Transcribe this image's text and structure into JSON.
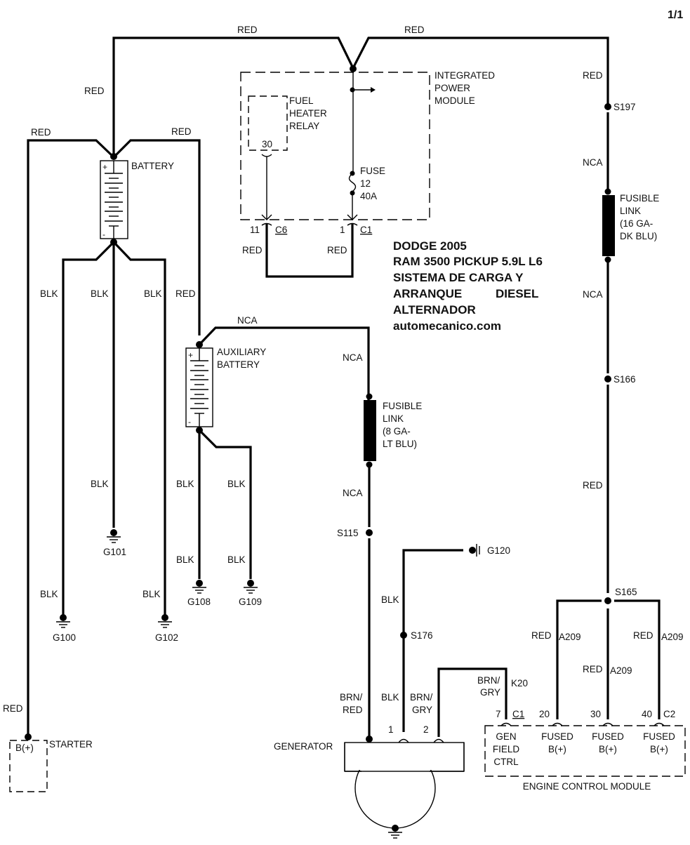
{
  "page_indicator": "1/1",
  "title_block": {
    "line1": "DODGE 2005",
    "line2": "RAM 3500 PICKUP 5.9L L6",
    "line3": "SISTEMA DE CARGA Y",
    "line4a": "ARRANQUE",
    "line4b": "DIESEL",
    "line5": "ALTERNADOR",
    "line6": "automecanico.com"
  },
  "wire_colors": {
    "red": "RED",
    "blk": "BLK",
    "nca": "NCA",
    "brn_red": [
      "BRN/",
      "RED"
    ],
    "brn_gry": [
      "BRN/",
      "GRY"
    ]
  },
  "components": {
    "battery": {
      "label": "BATTERY",
      "plus": "+",
      "minus": "-"
    },
    "aux_battery": {
      "label": [
        "AUXILIARY",
        "BATTERY"
      ],
      "plus": "+",
      "minus": "-"
    },
    "ipm": {
      "label": [
        "INTEGRATED",
        "POWER",
        "MODULE"
      ],
      "relay": {
        "label": [
          "FUEL",
          "HEATER",
          "RELAY"
        ],
        "pin": "30"
      },
      "fuse": [
        "FUSE",
        "12",
        "40A"
      ],
      "conn_c6": {
        "pin": "11",
        "name": "C6"
      },
      "conn_c1": {
        "pin": "1",
        "name": "C1"
      }
    },
    "fusible_link_right": [
      "FUSIBLE",
      "LINK",
      "(16 GA-",
      "DK BLU)"
    ],
    "fusible_link_center": [
      "FUSIBLE",
      "LINK",
      "(8 GA-",
      "LT BLU)"
    ],
    "starter": {
      "label": "STARTER",
      "pin": "B(+)"
    },
    "generator": {
      "label": "GENERATOR",
      "pin1": "1",
      "pin2": "2"
    },
    "ecm": {
      "label": "ENGINE CONTROL MODULE",
      "pins": [
        {
          "num": "7",
          "conn": "C1",
          "func": [
            "GEN",
            "FIELD",
            "CTRL"
          ]
        },
        {
          "num": "20",
          "conn": "",
          "func": [
            "FUSED",
            "B(+)"
          ]
        },
        {
          "num": "30",
          "conn": "",
          "func": [
            "FUSED",
            "B(+)"
          ]
        },
        {
          "num": "40",
          "conn": "C2",
          "func": [
            "FUSED",
            "B(+)"
          ]
        }
      ]
    }
  },
  "splices": [
    "S197",
    "S166",
    "S165",
    "S115",
    "S176"
  ],
  "grounds": [
    "G100",
    "G101",
    "G102",
    "G108",
    "G109",
    "G120"
  ],
  "circuits": {
    "k20": "K20",
    "a209": "A209"
  }
}
